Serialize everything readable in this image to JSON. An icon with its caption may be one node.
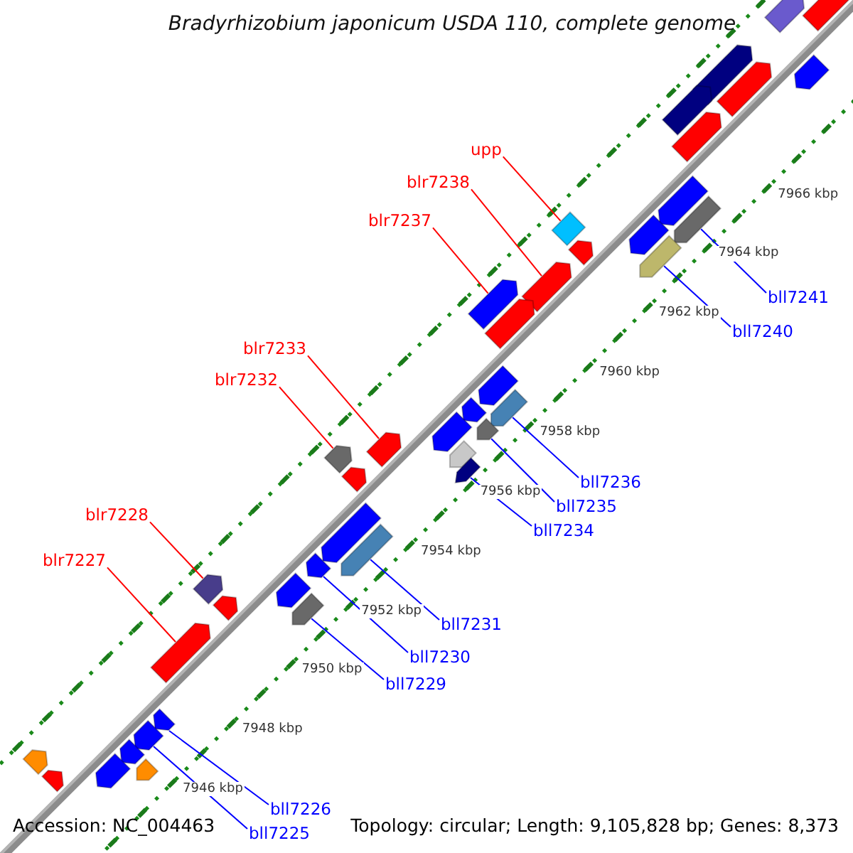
{
  "diagram": {
    "title": "Bradyrhizobium japonicum USDA 110, complete genome",
    "nodes": [
      {
        "text": [
          "upp"
        ]
      },
      {
        "text": [
          "blr7238"
        ]
      },
      {
        "text": [
          "blr7237"
        ]
      },
      {
        "text": [
          "bll7241"
        ]
      },
      {
        "text": [
          "bll7240"
        ]
      },
      {
        "text": [
          "blr7233"
        ]
      },
      {
        "text": [
          "blr7232"
        ]
      },
      {
        "text": [
          "bll7236"
        ]
      },
      {
        "text": [
          "bll7235"
        ]
      },
      {
        "text": [
          "blr7228"
        ]
      },
      {
        "text": [
          "bll7234"
        ]
      },
      {
        "text": [
          "blr7227"
        ]
      },
      {
        "text": [
          "bll7231"
        ]
      },
      {
        "text": [
          "bll7230"
        ]
      },
      {
        "text": [
          "bll7229"
        ]
      },
      {
        "text": [
          "bll7226"
        ]
      },
      {
        "text": [
          "bll7225"
        ]
      },
      {
        "text": [],
        "shape": "arrow"
      },
      {
        "text": [],
        "shape": "arrow"
      },
      {
        "text": [],
        "shape": "arrow"
      },
      {
        "text": [],
        "shape": "arrow"
      },
      {
        "text": [],
        "shape": "arrow"
      },
      {
        "text": [],
        "shape": "arrow"
      },
      {
        "text": [],
        "shape": "arrow"
      },
      {
        "text": [],
        "shape": "arrow"
      },
      {
        "text": [],
        "shape": "diamond"
      },
      {
        "text": [],
        "shape": "arrow"
      },
      {
        "text": [],
        "shape": "arrow"
      },
      {
        "text": [],
        "shape": "arrow"
      },
      {
        "text": [],
        "shape": "arrow"
      },
      {
        "text": [],
        "shape": "arrow"
      },
      {
        "text": [],
        "shape": "arrow"
      },
      {
        "text": [],
        "shape": "arrow"
      },
      {
        "text": [],
        "shape": "arrow"
      },
      {
        "text": [],
        "shape": "arrow"
      },
      {
        "text": [],
        "shape": "arrow"
      },
      {
        "text": [],
        "shape": "arrow"
      },
      {
        "text": [],
        "shape": "arrow"
      },
      {
        "text": [],
        "shape": "arrow"
      },
      {
        "text": [],
        "shape": "arrow"
      },
      {
        "text": [],
        "shape": "arrow"
      },
      {
        "text": [],
        "shape": "arrow"
      },
      {
        "text": [],
        "shape": "arrow"
      },
      {
        "text": [],
        "shape": "arrow"
      },
      {
        "text": [],
        "shape": "arrow"
      },
      {
        "text": [],
        "shape": "arrow"
      },
      {
        "text": [],
        "shape": "arrow"
      },
      {
        "text": [],
        "shape": "arrow"
      },
      {
        "text": [],
        "shape": "arrow"
      },
      {
        "text": [],
        "shape": "arrow"
      },
      {
        "text": [],
        "shape": "arrow"
      },
      {
        "text": [],
        "shape": "arrow"
      },
      {
        "text": [],
        "shape": "arrow"
      },
      {
        "text": [],
        "shape": "arrow"
      },
      {
        "text": [],
        "shape": "arrow"
      },
      {
        "text": [],
        "shape": "arrow"
      },
      {
        "text": [],
        "shape": "arrow"
      },
      {
        "text": [],
        "shape": "arrow"
      }
    ],
    "edges": [
      {
        "from": 0,
        "to": 25,
        "arrow": "none",
        "color": "#ff0000"
      },
      {
        "from": 1,
        "to": 30,
        "arrow": "none",
        "color": "#ff0000"
      },
      {
        "from": 2,
        "to": 31,
        "arrow": "none",
        "color": "#ff0000"
      },
      {
        "from": 3,
        "to": 26,
        "arrow": "none"
      },
      {
        "from": 4,
        "to": 29,
        "arrow": "none"
      },
      {
        "from": 5,
        "to": 38,
        "arrow": "none",
        "color": "#ff0000"
      },
      {
        "from": 6,
        "to": 39,
        "arrow": "none",
        "color": "#ff0000"
      },
      {
        "from": 7,
        "to": 34,
        "arrow": "none"
      },
      {
        "from": 8,
        "to": 36,
        "arrow": "none"
      },
      {
        "from": 9,
        "to": 46,
        "arrow": "none",
        "color": "#ff0000"
      },
      {
        "from": 10,
        "to": 41,
        "arrow": "none"
      },
      {
        "from": 11,
        "to": 50,
        "arrow": "none",
        "color": "#ff0000"
      },
      {
        "from": 12,
        "to": 44,
        "arrow": "none"
      },
      {
        "from": 13,
        "to": 45,
        "arrow": "none"
      },
      {
        "from": 14,
        "to": 49,
        "arrow": "none"
      },
      {
        "from": 15,
        "to": 51,
        "arrow": "none"
      },
      {
        "from": 16,
        "to": 52,
        "arrow": "none"
      }
    ],
    "labels": [
      "7966 kbp",
      "7964 kbp",
      "7962 kbp",
      "7960 kbp",
      "7958 kbp",
      "7956 kbp",
      "7954 kbp",
      "7952 kbp",
      "7950 kbp",
      "7948 kbp",
      "7946 kbp",
      "Accession: NC_004463",
      "Topology: circular; Length: 9,105,828 bp; Genes: 8,373"
    ]
  }
}
